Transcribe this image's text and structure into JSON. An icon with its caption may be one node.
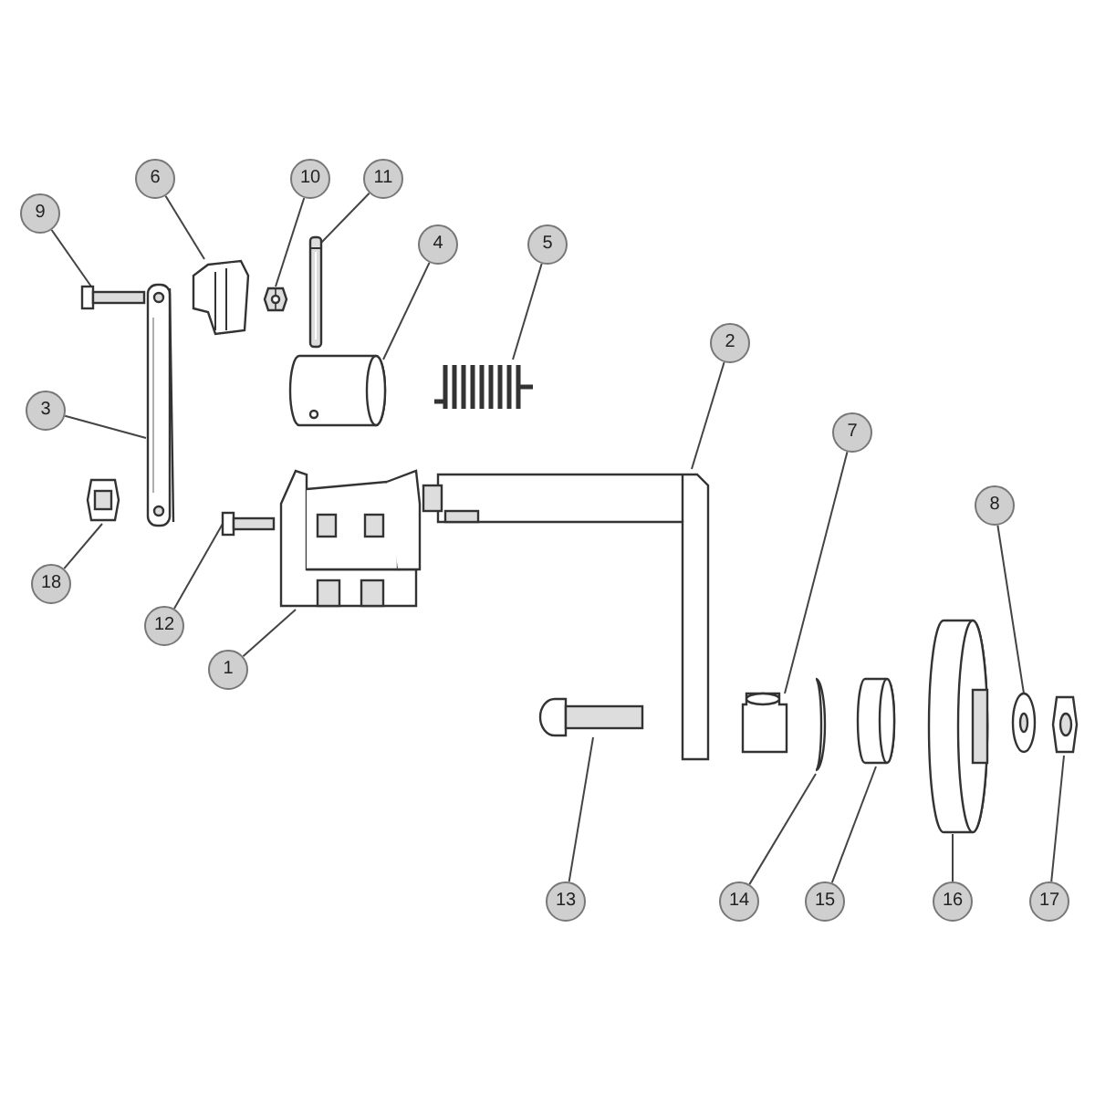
{
  "diagram": {
    "nodes": [
      {
        "text": [
          "1"
        ]
      },
      {
        "text": [
          "2"
        ]
      },
      {
        "text": [
          "3"
        ]
      },
      {
        "text": [
          "4"
        ]
      },
      {
        "text": [
          "5"
        ]
      },
      {
        "text": [
          "6"
        ]
      },
      {
        "text": [
          "7"
        ]
      },
      {
        "text": [
          "8"
        ]
      },
      {
        "text": [
          "9"
        ]
      },
      {
        "text": [
          "10"
        ]
      },
      {
        "text": [
          "11"
        ]
      },
      {
        "text": [
          "12"
        ]
      },
      {
        "text": [
          "13"
        ]
      },
      {
        "text": [
          "14"
        ]
      },
      {
        "text": [
          "15"
        ]
      },
      {
        "text": [
          "16"
        ]
      },
      {
        "text": [
          "17"
        ]
      },
      {
        "text": [
          "18"
        ]
      },
      {
        "text": [],
        "shape": "picture"
      },
      {
        "text": [],
        "shape": "picture"
      },
      {
        "text": [],
        "shape": "picture"
      },
      {
        "text": [],
        "shape": "picture"
      },
      {
        "text": [],
        "shape": "picture"
      },
      {
        "text": [],
        "shape": "picture"
      },
      {
        "text": [],
        "shape": "picture"
      },
      {
        "text": [],
        "shape": "picture"
      },
      {
        "text": [],
        "shape": "picture"
      },
      {
        "text": [],
        "shape": "picture"
      },
      {
        "text": [],
        "shape": "picture"
      },
      {
        "text": [],
        "shape": "picture"
      },
      {
        "text": [],
        "shape": "picture"
      },
      {
        "text": [],
        "shape": "picture"
      },
      {
        "text": [],
        "shape": "picture"
      },
      {
        "text": [],
        "shape": "picture"
      },
      {
        "text": [],
        "shape": "picture"
      },
      {
        "text": [],
        "shape": "picture"
      }
    ],
    "edges": [
      {
        "from": 0,
        "to": 18,
        "arrow": "none"
      },
      {
        "from": 1,
        "to": 19,
        "arrow": "none"
      },
      {
        "from": 2,
        "to": 20,
        "arrow": "none"
      },
      {
        "from": 3,
        "to": 21,
        "arrow": "none"
      },
      {
        "from": 4,
        "to": 22,
        "arrow": "none"
      },
      {
        "from": 5,
        "to": 23,
        "arrow": "none"
      },
      {
        "from": 6,
        "to": 24,
        "arrow": "none"
      },
      {
        "from": 7,
        "to": 25,
        "arrow": "none"
      },
      {
        "from": 8,
        "to": 26,
        "arrow": "none"
      },
      {
        "from": 9,
        "to": 27,
        "arrow": "none"
      },
      {
        "from": 10,
        "to": 28,
        "arrow": "none"
      },
      {
        "from": 11,
        "to": 29,
        "arrow": "none"
      },
      {
        "from": 12,
        "to": 30,
        "arrow": "none"
      },
      {
        "from": 13,
        "to": 31,
        "arrow": "none"
      },
      {
        "from": 14,
        "to": 32,
        "arrow": "none"
      },
      {
        "from": 15,
        "to": 33,
        "arrow": "none"
      },
      {
        "from": 16,
        "to": 34,
        "arrow": "none"
      },
      {
        "from": 17,
        "to": 35,
        "arrow": "none"
      }
    ]
  }
}
